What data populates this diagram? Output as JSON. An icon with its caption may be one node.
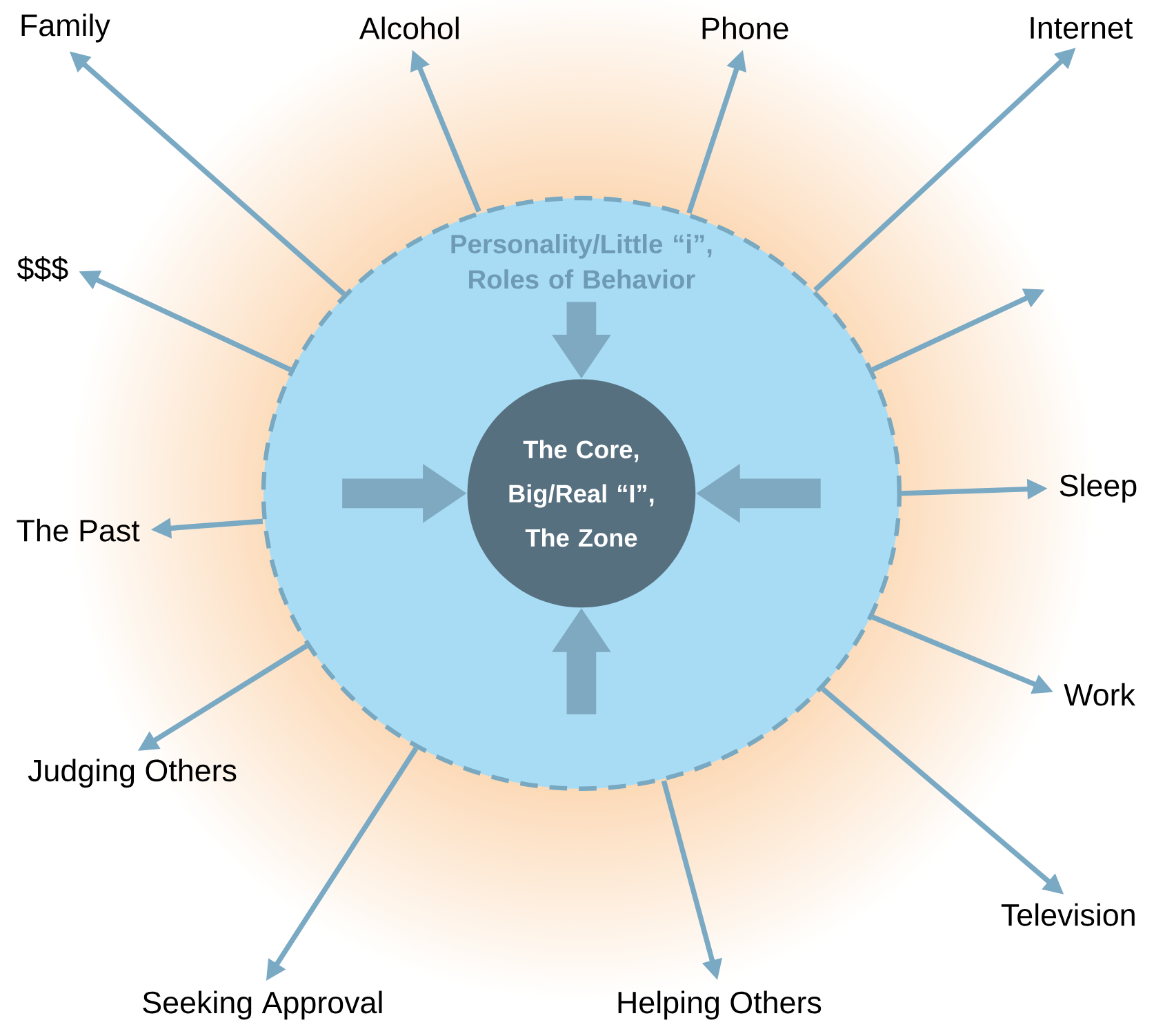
{
  "diagram": {
    "nodes": [
      {
        "text": [
          "Personality/Little “i”, Roles of Behavior"
        ]
      },
      {
        "text": [
          "The Core, Big/Real “I”, The Zone"
        ],
        "in": 0
      },
      {
        "text": [
          "Family"
        ]
      },
      {
        "text": [
          "Alcohol"
        ]
      },
      {
        "text": [
          "Phone"
        ]
      },
      {
        "text": [
          "Internet"
        ]
      },
      {
        "text": [
          "$$$"
        ]
      },
      {
        "text": [
          "Sleep"
        ]
      },
      {
        "text": [
          "The Past"
        ]
      },
      {
        "text": [
          "Work"
        ]
      },
      {
        "text": [
          "Judging Others"
        ]
      },
      {
        "text": [
          "Television"
        ]
      },
      {
        "text": [
          "Seeking Approval"
        ]
      },
      {
        "text": [
          "Helping Others"
        ]
      }
    ],
    "edges": [
      {
        "from": 0,
        "to": 2,
        "arrow": "to"
      },
      {
        "from": 0,
        "to": 3,
        "arrow": "to"
      },
      {
        "from": 0,
        "to": 4,
        "arrow": "to"
      },
      {
        "from": 0,
        "to": 5,
        "arrow": "to"
      },
      {
        "from": 0,
        "to": 6,
        "arrow": "to"
      },
      {
        "from": 0,
        "to": null,
        "arrow": "to"
      },
      {
        "from": 0,
        "to": 7,
        "arrow": "to"
      },
      {
        "from": 0,
        "to": 8,
        "arrow": "to"
      },
      {
        "from": 0,
        "to": 9,
        "arrow": "to"
      },
      {
        "from": 0,
        "to": 10,
        "arrow": "to"
      },
      {
        "from": 0,
        "to": 11,
        "arrow": "to"
      },
      {
        "from": 0,
        "to": 12,
        "arrow": "to"
      },
      {
        "from": 0,
        "to": 13,
        "arrow": "to"
      },
      {
        "from": null,
        "to": 1,
        "arrow": "to",
        "style": "thick"
      },
      {
        "from": null,
        "to": 1,
        "arrow": "to",
        "style": "thick"
      },
      {
        "from": null,
        "to": 1,
        "arrow": "to",
        "style": "thick"
      },
      {
        "from": null,
        "to": 1,
        "arrow": "to",
        "style": "thick"
      }
    ]
  }
}
